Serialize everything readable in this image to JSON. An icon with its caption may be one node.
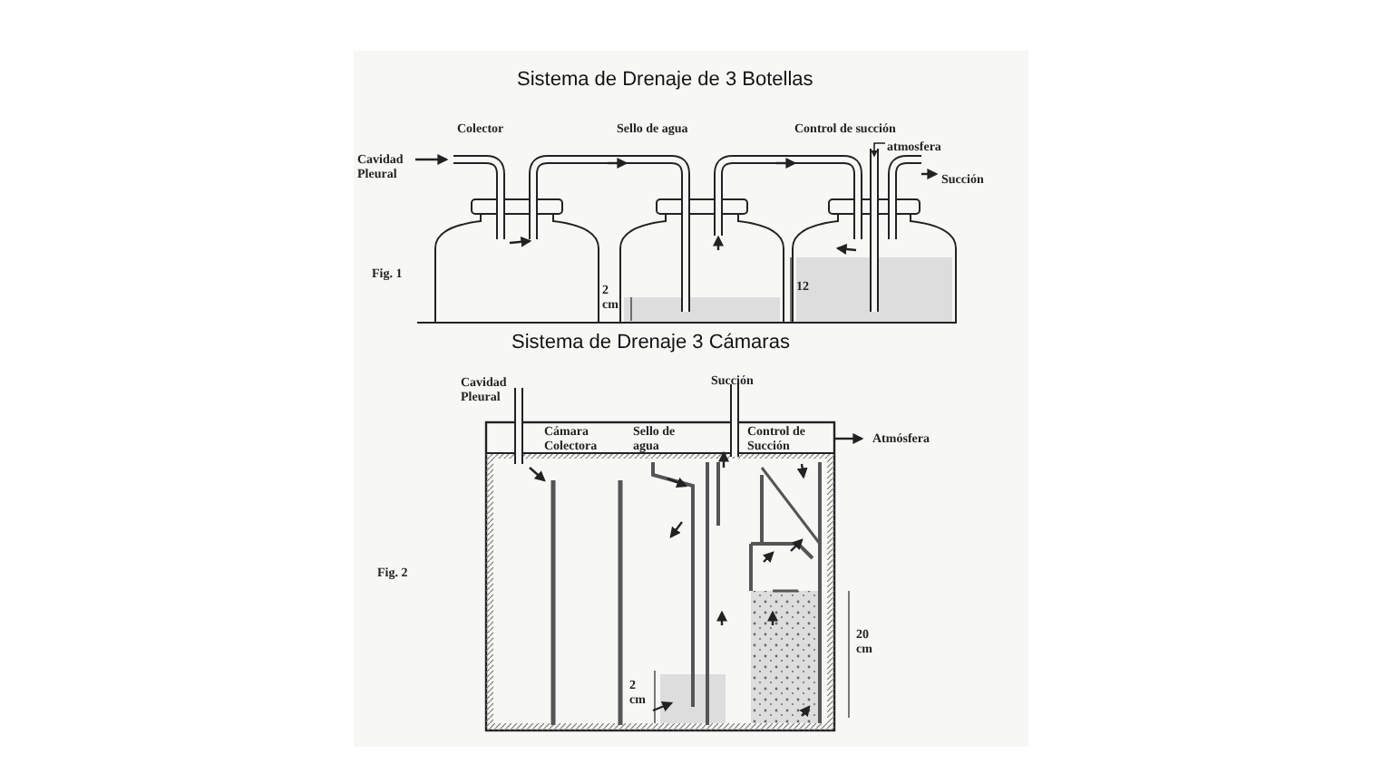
{
  "diagram": {
    "labels": [
      "Sistema de Drenaje de 3 Botellas",
      "Colector",
      "Sello de agua",
      "Control de succión",
      "atmosfera",
      "Cavidad Pleural",
      "Succión",
      "Fig. 1",
      "2 cm",
      "12",
      "Sistema de Drenaje 3 Cámaras",
      "Cavidad Pleural",
      "Succión",
      "Cámara Colectora",
      "Sello de agua",
      "Control de Succión",
      "Atmósfera",
      "Fig. 2",
      "2 cm",
      "20 cm"
    ]
  }
}
